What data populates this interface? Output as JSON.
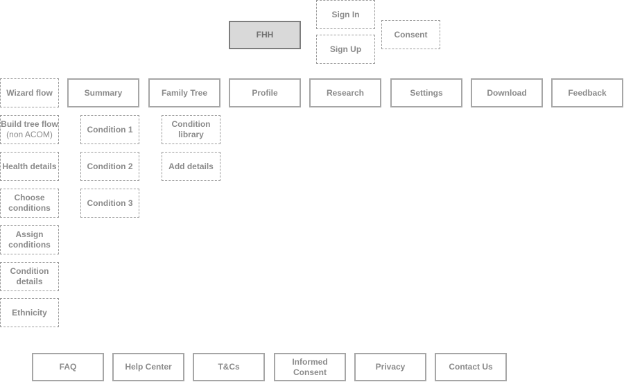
{
  "root": {
    "label": "FHH"
  },
  "auth": {
    "sign_in": "Sign In",
    "sign_up": "Sign Up",
    "consent": "Consent"
  },
  "main_nav": {
    "wizard_flow": "Wizard flow",
    "summary": "Summary",
    "family_tree": "Family Tree",
    "profile": "Profile",
    "research": "Research",
    "settings": "Settings",
    "download": "Download",
    "feedback": "Feedback"
  },
  "wizard_steps": {
    "build_tree_flow": "Build tree flow",
    "build_tree_flow_note": "(non ACOM)",
    "health_details": "Health details",
    "choose_conditions_1": "Choose",
    "choose_conditions_2": "conditions",
    "assign_conditions_1": "Assign",
    "assign_conditions_2": "conditions",
    "condition_details_1": "Condition",
    "condition_details_2": "details",
    "ethnicity": "Ethnicity"
  },
  "summary_children": [
    "Condition 1",
    "Condition 2",
    "Condition 3"
  ],
  "family_tree_children": {
    "condition_library_1": "Condition",
    "condition_library_2": "library",
    "add_details": "Add details"
  },
  "footer": {
    "faq": "FAQ",
    "help_center": "Help Center",
    "tcs": "T&Cs",
    "informed_consent": "Informed Consent",
    "privacy": "Privacy",
    "contact_us": "Contact Us"
  }
}
